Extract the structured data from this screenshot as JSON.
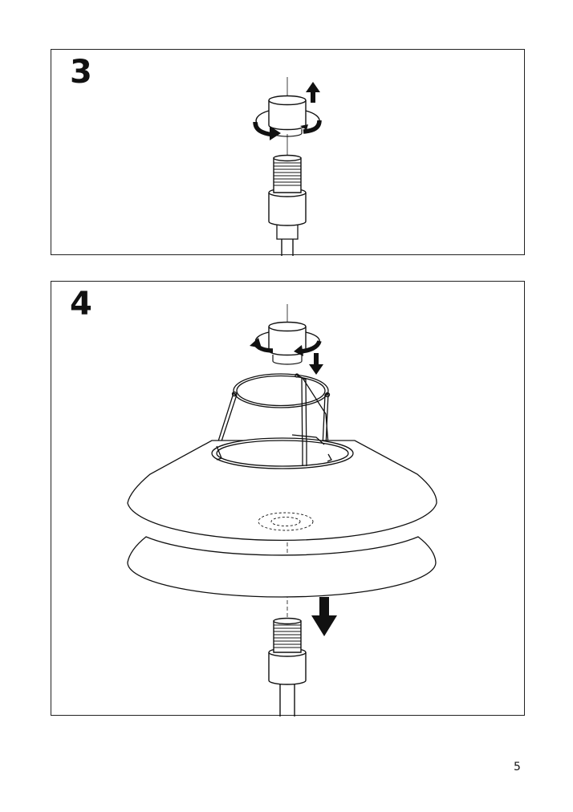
{
  "steps": [
    {
      "number": "3"
    },
    {
      "number": "4"
    }
  ],
  "page": {
    "number": "5"
  },
  "colors": {
    "ink": "#111111",
    "paper": "#ffffff"
  }
}
